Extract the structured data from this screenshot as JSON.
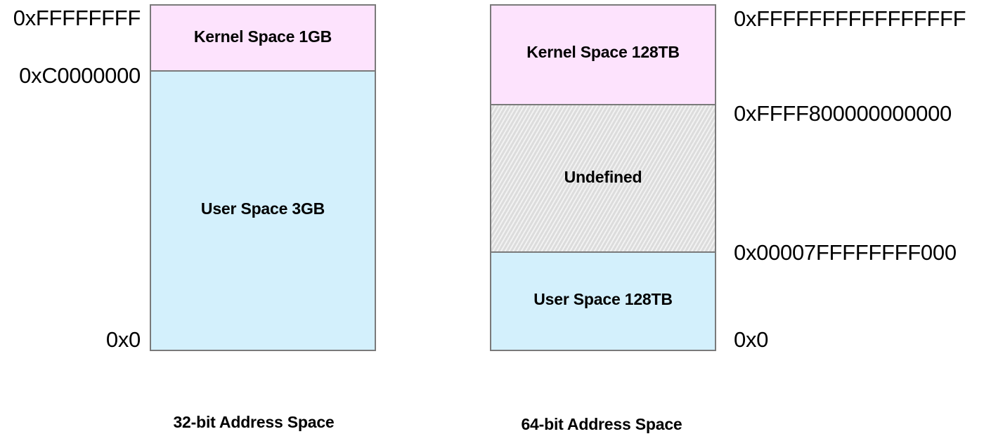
{
  "colors": {
    "kernel": "#fde3fd",
    "user": "#d3f0fc",
    "undefined": "#dcdcdc",
    "border": "#7a7a7a"
  },
  "diagram32": {
    "caption": "32-bit Address Space",
    "regions": {
      "kernel": "Kernel Space 1GB",
      "user": "User Space 3GB"
    },
    "addresses": {
      "top": "0xFFFFFFFF",
      "boundary": "0xC0000000",
      "bottom": "0x0"
    }
  },
  "diagram64": {
    "caption": "64-bit Address Space",
    "regions": {
      "kernel": "Kernel Space 128TB",
      "undefined": "Undefined",
      "user": "User Space 128TB"
    },
    "addresses": {
      "top": "0xFFFFFFFFFFFFFFFF",
      "kernel_start": "0xFFFF800000000000",
      "user_end": "0x00007FFFFFFFF000",
      "bottom": "0x0"
    }
  }
}
